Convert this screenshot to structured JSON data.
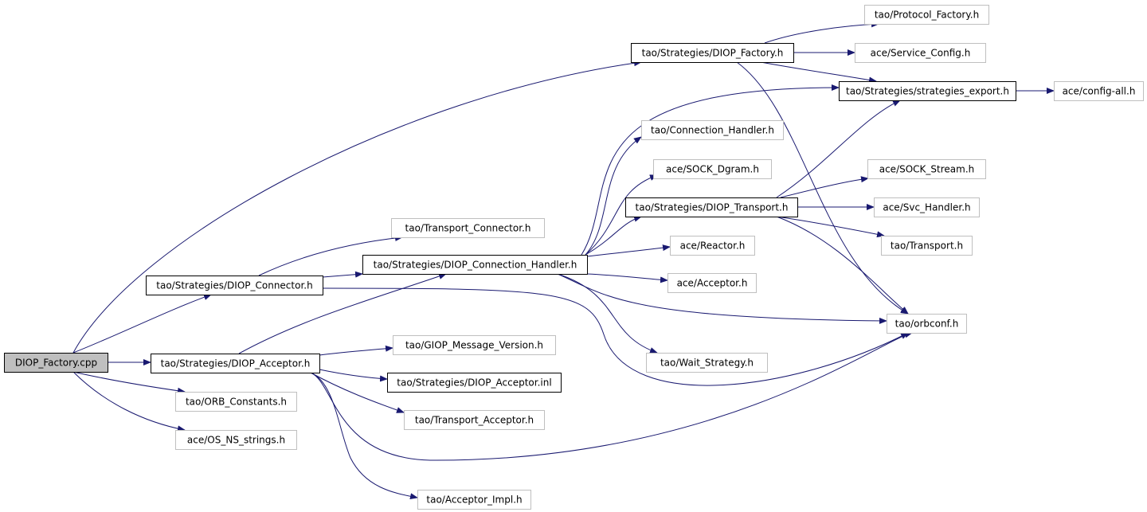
{
  "nodes": {
    "diop_factory_cpp": {
      "label": "DIOP_Factory.cpp",
      "style": "root"
    },
    "diop_factory_h": {
      "label": "tao/Strategies/DIOP_Factory.h",
      "style": "solid"
    },
    "protocol_factory_h": {
      "label": "tao/Protocol_Factory.h",
      "style": "gray"
    },
    "service_config_h": {
      "label": "ace/Service_Config.h",
      "style": "gray"
    },
    "strategies_export_h": {
      "label": "tao/Strategies/strategies_export.h",
      "style": "solid"
    },
    "config_all_h": {
      "label": "ace/config-all.h",
      "style": "gray"
    },
    "connection_handler_h": {
      "label": "tao/Connection_Handler.h",
      "style": "gray"
    },
    "sock_dgram_h": {
      "label": "ace/SOCK_Dgram.h",
      "style": "gray"
    },
    "sock_stream_h": {
      "label": "ace/SOCK_Stream.h",
      "style": "gray"
    },
    "diop_transport_h": {
      "label": "tao/Strategies/DIOP_Transport.h",
      "style": "solid"
    },
    "svc_handler_h": {
      "label": "ace/Svc_Handler.h",
      "style": "gray"
    },
    "transport_connector_h": {
      "label": "tao/Transport_Connector.h",
      "style": "gray"
    },
    "transport_h": {
      "label": "tao/Transport.h",
      "style": "gray"
    },
    "reactor_h": {
      "label": "ace/Reactor.h",
      "style": "gray"
    },
    "diop_connection_handler_h": {
      "label": "tao/Strategies/DIOP_Connection_Handler.h",
      "style": "solid"
    },
    "diop_connector_h": {
      "label": "tao/Strategies/DIOP_Connector.h",
      "style": "solid"
    },
    "acceptor_h": {
      "label": "ace/Acceptor.h",
      "style": "gray"
    },
    "orbconf_h": {
      "label": "tao/orbconf.h",
      "style": "gray"
    },
    "giop_message_version_h": {
      "label": "tao/GIOP_Message_Version.h",
      "style": "gray"
    },
    "wait_strategy_h": {
      "label": "tao/Wait_Strategy.h",
      "style": "gray"
    },
    "diop_acceptor_h": {
      "label": "tao/Strategies/DIOP_Acceptor.h",
      "style": "solid"
    },
    "diop_acceptor_inl": {
      "label": "tao/Strategies/DIOP_Acceptor.inl",
      "style": "solid"
    },
    "orb_constants_h": {
      "label": "tao/ORB_Constants.h",
      "style": "gray"
    },
    "transport_acceptor_h": {
      "label": "tao/Transport_Acceptor.h",
      "style": "gray"
    },
    "os_ns_strings_h": {
      "label": "ace/OS_NS_strings.h",
      "style": "gray"
    },
    "acceptor_impl_h": {
      "label": "tao/Acceptor_Impl.h",
      "style": "gray"
    }
  },
  "edges": [
    {
      "from": "diop_factory_cpp",
      "to": "diop_factory_h"
    },
    {
      "from": "diop_factory_cpp",
      "to": "diop_connector_h"
    },
    {
      "from": "diop_factory_cpp",
      "to": "diop_acceptor_h"
    },
    {
      "from": "diop_factory_cpp",
      "to": "orb_constants_h"
    },
    {
      "from": "diop_factory_cpp",
      "to": "os_ns_strings_h"
    },
    {
      "from": "diop_factory_h",
      "to": "protocol_factory_h"
    },
    {
      "from": "diop_factory_h",
      "to": "service_config_h"
    },
    {
      "from": "diop_factory_h",
      "to": "strategies_export_h"
    },
    {
      "from": "diop_factory_h",
      "to": "orbconf_h"
    },
    {
      "from": "strategies_export_h",
      "to": "config_all_h"
    },
    {
      "from": "diop_connector_h",
      "to": "transport_connector_h"
    },
    {
      "from": "diop_connector_h",
      "to": "diop_connection_handler_h"
    },
    {
      "from": "diop_connector_h",
      "to": "orbconf_h"
    },
    {
      "from": "diop_connection_handler_h",
      "to": "strategies_export_h"
    },
    {
      "from": "diop_connection_handler_h",
      "to": "connection_handler_h"
    },
    {
      "from": "diop_connection_handler_h",
      "to": "sock_dgram_h"
    },
    {
      "from": "diop_connection_handler_h",
      "to": "diop_transport_h"
    },
    {
      "from": "diop_connection_handler_h",
      "to": "reactor_h"
    },
    {
      "from": "diop_connection_handler_h",
      "to": "acceptor_h"
    },
    {
      "from": "diop_connection_handler_h",
      "to": "orbconf_h"
    },
    {
      "from": "diop_connection_handler_h",
      "to": "wait_strategy_h"
    },
    {
      "from": "diop_transport_h",
      "to": "strategies_export_h"
    },
    {
      "from": "diop_transport_h",
      "to": "sock_stream_h"
    },
    {
      "from": "diop_transport_h",
      "to": "svc_handler_h"
    },
    {
      "from": "diop_transport_h",
      "to": "transport_h"
    },
    {
      "from": "diop_transport_h",
      "to": "orbconf_h"
    },
    {
      "from": "diop_acceptor_h",
      "to": "diop_connection_handler_h"
    },
    {
      "from": "diop_acceptor_h",
      "to": "giop_message_version_h"
    },
    {
      "from": "diop_acceptor_h",
      "to": "diop_acceptor_inl"
    },
    {
      "from": "diop_acceptor_h",
      "to": "transport_acceptor_h"
    },
    {
      "from": "diop_acceptor_h",
      "to": "orbconf_h"
    },
    {
      "from": "diop_acceptor_h",
      "to": "acceptor_impl_h"
    }
  ],
  "colors": {
    "edge": "#191970",
    "root_fill": "#bfbfbf",
    "solid_border": "#000000",
    "gray_border": "#bfbfbf",
    "text": "#000000"
  }
}
